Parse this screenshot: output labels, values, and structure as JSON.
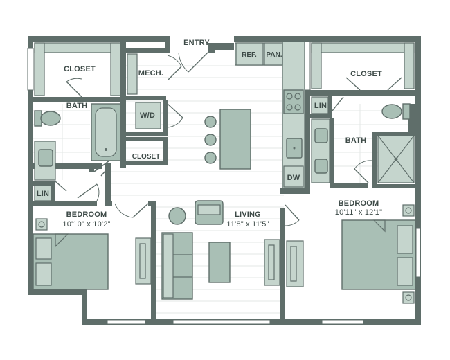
{
  "plan": {
    "labels": {
      "entry": "ENTRY",
      "ref": "REF.",
      "pan": "PAN.",
      "closet_left": "CLOSET",
      "closet_right": "CLOSET",
      "mech": "MECH.",
      "bath_left": "BATH",
      "wd": "W/D",
      "closet_small": "CLOSET",
      "lin_left": "LIN",
      "lin_right": "LIN",
      "bath_right": "BATH",
      "dw": "DW"
    },
    "rooms": {
      "bedroom_left_name": "BEDROOM",
      "bedroom_left_dim": "10'10\" x 10'2\"",
      "living_name": "LIVING",
      "living_dim": "11'8\" x 11'5\"",
      "bedroom_right_name": "BEDROOM",
      "bedroom_right_dim": "10'11\" x 12'1\""
    },
    "colors": {
      "wall": "#5f6e6a",
      "fixture": "#a9bfb5",
      "text": "#3d4a47"
    }
  }
}
